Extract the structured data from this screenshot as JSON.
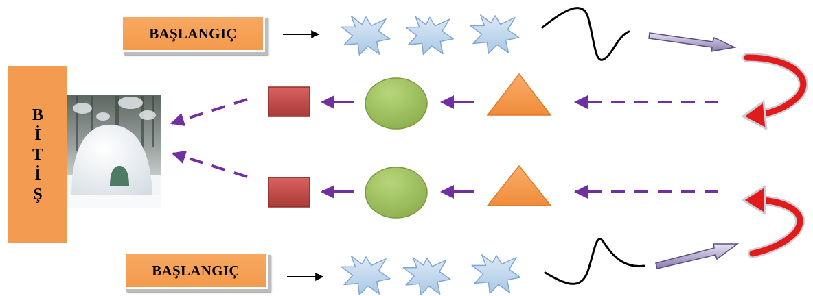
{
  "start_label_top": "BAŞLANGIÇ",
  "start_label_bottom": "BAŞLANGIÇ",
  "end_letters": [
    "B",
    "İ",
    "T",
    "İ",
    "Ş"
  ],
  "colors": {
    "orange_box": "#f39b50",
    "arrow_purple": "#7030a0",
    "star_blue": "#bcd7ee",
    "rect_red": "#c0504d",
    "ellipse_green": "#9bbb59",
    "triangle_orange": "#f79646",
    "curl_red": "#e31a1a"
  },
  "shapes": [
    "starburst",
    "squiggle",
    "rectangle",
    "ellipse",
    "triangle",
    "curved-arrow",
    "igloo-photo"
  ]
}
